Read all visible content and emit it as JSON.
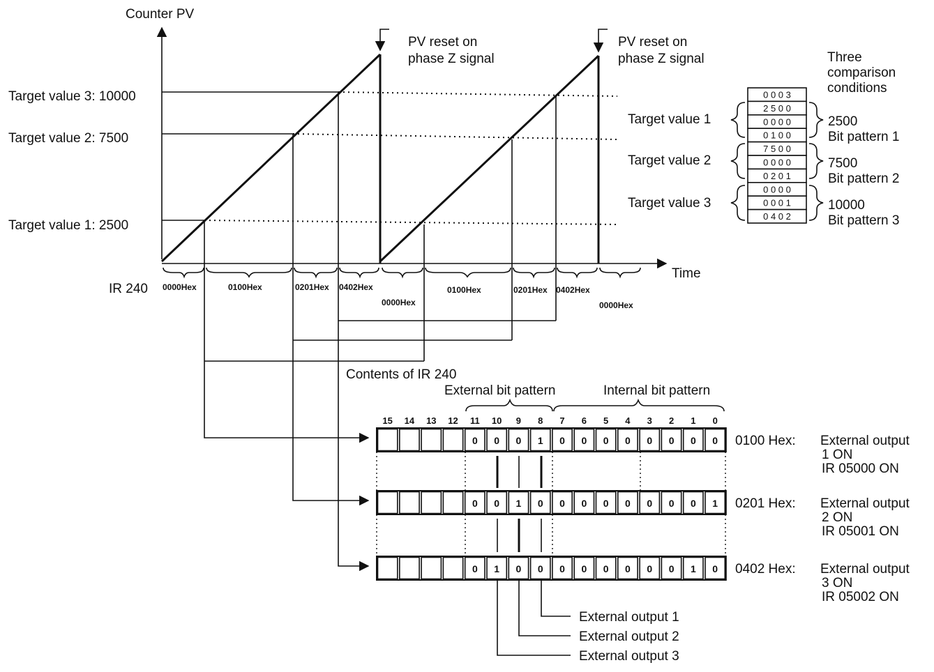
{
  "axis": {
    "y_label": "Counter PV",
    "x_label": "Time",
    "register_label": "IR 240"
  },
  "targets": [
    {
      "label": "Target value 1: 2500",
      "value": 2500
    },
    {
      "label": "Target value 2: 7500",
      "value": 7500
    },
    {
      "label": "Target value 3: 10000",
      "value": 10000
    }
  ],
  "reset_note": {
    "line1": "PV reset on",
    "line2": "phase Z signal"
  },
  "segments_row1": [
    "0000Hex",
    "0100Hex",
    "0201Hex",
    "0402Hex",
    "0100Hex",
    "0201Hex",
    "0402Hex"
  ],
  "segments_row2": [
    "0000Hex",
    "0000Hex"
  ],
  "contents_label": "Contents of IR 240",
  "comparison": {
    "title": [
      "Three",
      "comparison",
      "conditions"
    ],
    "table": [
      "0 0 0 3",
      "2 5 0 0",
      "0 0 0 0",
      "0 1 0 0",
      "7 5 0 0",
      "0 0 0 0",
      "0 2 0 1",
      "0 0 0 0",
      "0 0 0 1",
      "0 4 0 2"
    ],
    "left_labels": [
      "Target value 1",
      "Target value 2",
      "Target value 3"
    ],
    "right_values": [
      "2500",
      "7500",
      "10000"
    ],
    "right_patterns": [
      "Bit pattern 1",
      "Bit pattern 2",
      "Bit pattern 3"
    ]
  },
  "bit_patterns": {
    "external_label": "External bit pattern",
    "internal_label": "Internal bit pattern",
    "bit_numbers": [
      "15",
      "14",
      "13",
      "12",
      "11",
      "10",
      "9",
      "8",
      "7",
      "6",
      "5",
      "4",
      "3",
      "2",
      "1",
      "0"
    ],
    "rows": [
      {
        "hex": "0100 Hex:",
        "bits": [
          "",
          "",
          "",
          "",
          "0",
          "0",
          "0",
          "1",
          "0",
          "0",
          "0",
          "0",
          "0",
          "0",
          "0",
          "0"
        ],
        "desc": [
          "External output",
          "1 ON",
          "IR 05000 ON"
        ]
      },
      {
        "hex": "0201 Hex:",
        "bits": [
          "",
          "",
          "",
          "",
          "0",
          "0",
          "1",
          "0",
          "0",
          "0",
          "0",
          "0",
          "0",
          "0",
          "0",
          "1"
        ],
        "desc": [
          "External output",
          "2 ON",
          "IR 05001 ON"
        ]
      },
      {
        "hex": "0402 Hex:",
        "bits": [
          "",
          "",
          "",
          "",
          "0",
          "1",
          "0",
          "0",
          "0",
          "0",
          "0",
          "0",
          "0",
          "0",
          "1",
          "0"
        ],
        "desc": [
          "External output",
          "3 ON",
          "IR 05002 ON"
        ]
      }
    ]
  },
  "outputs": [
    "External output 1",
    "External output 2",
    "External output 3"
  ]
}
